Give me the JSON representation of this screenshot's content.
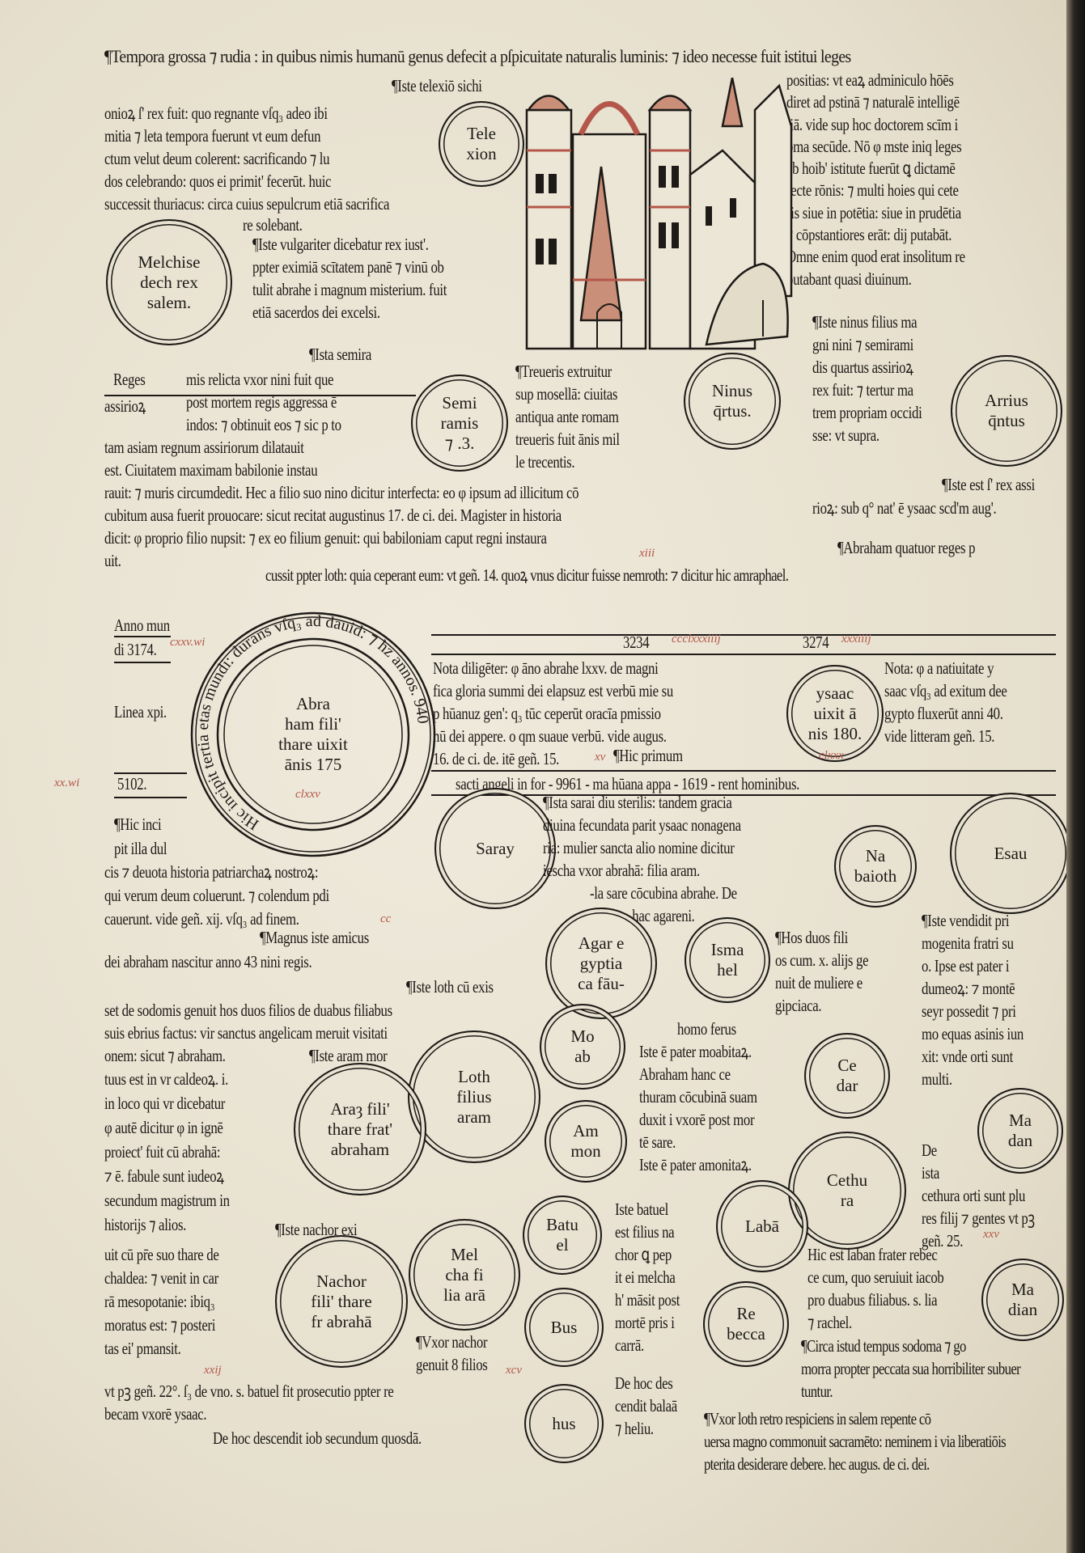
{
  "blocks": {
    "header": [
      "¶Tempora grossa ⁊ rudia : in quibus nimis humanū genus defecit a pſpicuitate naturalis luminis: ⁊ ideo necesse fuit istitui leges"
    ],
    "telexion_note": [
      "¶Iste telexiō sichi"
    ],
    "sicyon": [
      "onioꝝ ſ' rex fuit: quo regnante vſq₃ adeo ibi",
      "mitia ⁊ leta tempora fuerunt vt eum defun",
      "ctum velut deum colerent: sacrificando ⁊ lu",
      "dos celebrando: quos ei primit' fecerūt. huic",
      "successit thuriacus: circa cuius sepulcrum etiā sacrifica"
    ],
    "sicyon_end": [
      "re solebant."
    ],
    "leges": [
      "positias: vt eaꝝ adminiculo hōēs",
      "diret ad pstinā ⁊ naturalē intelligē",
      "tiā. vide sup hoc doctorem scīm i",
      "pma secūde. Nō φ mste iniq leges",
      "ab hoib' istitute fuerūt ꝗ dictamē",
      "recte rōnis: ⁊ multi hoies qui cete",
      "ris siue in potētia: siue in prudētia",
      "⁊ cōpstantiores erāt: dij putabāt.",
      "Omne enim quod erat insolitum re",
      "putabant quasi diuinum."
    ],
    "melchisedech_note": [
      "¶Iste vulgariter dicebatur rex iust'.",
      "ppter eximiā scītatem panē ⁊ vinū ob",
      "tulit abrahe i magnum misterium. fuit",
      "etiā sacerdos dei excelsi."
    ],
    "ninus_note": [
      "¶Iste ninus filius ma",
      "gni nini ⁊ semirami",
      "dis quartus assirioꝝ",
      "rex fuit: ⁊ tertur ma",
      "trem propriam occidi",
      "sse: vt supra."
    ],
    "semiramis_head": [
      "¶Ista semira"
    ],
    "reges": [
      "Reges"
    ],
    "assiriorum": [
      "assirioꝝ"
    ],
    "semiramis_a": [
      "mis relicta vxor nini fuit que",
      "post mortem regis aggressa ē",
      "indos: ⁊ obtinuit eos ⁊ sic p to"
    ],
    "semiramis_b": [
      "tam asiam regnum assiriorum dilatauit",
      "est. Ciuitatem maximam babilonie instau",
      "rauit: ⁊ muris circumdedit. Hec a filio suo nino dicitur interfecta: eo φ ipsum ad illicitum cō",
      "cubitum ausa fuerit prouocare: sicut recitat augustinus 17. de ci. dei. Magister in historia",
      "dicit: φ proprio filio nupsit: ⁊ ex eo filium genuit: qui babiloniam caput regni instaura",
      "uit."
    ],
    "treueris": [
      "¶Treueris extruitur",
      "sup mosellā: ciuitas",
      "antiqua ante romam",
      "treueris fuit ānis mil",
      "le trecentis."
    ],
    "assiriorum_king": [
      "¶Iste est ſ' rex assi"
    ],
    "assiriorum_king2": [
      "rioꝝ: sub q° nat' ē ysaac scd'm aug'."
    ],
    "abraham_reges": [
      "¶Abraham quatuor reges p"
    ],
    "abraham_reges2": [
      "cussit ppter loth: quia ceperant eum: vt geñ. 14. quoꝝ vnus dicitur fuisse nemroth: ⁊ dicitur hic amraphael."
    ],
    "anno_mundi": [
      "Anno mun",
      "di 3174."
    ],
    "linea": [
      "Linea xpi."
    ],
    "year_5102": [
      "5102."
    ],
    "year_3234": [
      "3234"
    ],
    "year_3274": [
      "3274"
    ],
    "nota_left": [
      "Nota diligēter: φ āno abrahe lxxv. de magni",
      "fica gloria summi dei elapsuz est verbū mie su",
      "p hūanuz gen': q₃ tūc ceperūt oracīa pmissio",
      "nū dei appere. o qm suaue verbū. vide augus.",
      "16. de ci. de. itē geñ. 15."
    ],
    "hic_primum": [
      "¶Hic primum"
    ],
    "nota_right": [
      "Nota: φ a natiuitate y",
      "saac vſq₃ ad exitum dee",
      "gypto fluxerūt anni 40.",
      "vide litteram geñ. 15."
    ],
    "angeli": [
      "sacti angeli in for - 9961 - ma hūana appa - 1619 - rent hominibus."
    ],
    "hic_incipit": [
      "¶Hic inci",
      "pit illa dul"
    ],
    "historia": [
      "cis ⁊ deuota historia patriarchaꝝ nostroꝝ:",
      "qui verum deum coluerunt. ⁊ colendum pdi",
      "cauerunt. vide geñ. xij. vſq₃ ad finem."
    ],
    "sarai_note": [
      "¶Ista sarai diu sterilis: tandem gracia",
      "diuina fecundata parit ysaac nonagena",
      "ria: mulier sancta alio nomine dicitur",
      "iescha vxor abrahā: filia aram."
    ],
    "agar_note": [
      "-la sare cōcubina abrahe. De",
      "hac agareni."
    ],
    "esau_note": [
      "¶Iste vendidit pri",
      "mogenita fratri su",
      "o. Ipse est pater i",
      "dumeoꝝ: ⁊ montē",
      "seyr possedit ⁊ pri",
      "mo equas asinis iun",
      "xit: vnde orti sunt",
      "multi."
    ],
    "magnus": [
      "¶Magnus iste amicus"
    ],
    "magnus2": [
      "dei abraham nascitur anno 43 nini regis."
    ],
    "hos_duos": [
      "¶Hos duos fili",
      "os cum. x. alijs ge",
      "nuit de muliere e",
      "gipciaca."
    ],
    "loth_head": [
      "¶Iste loth cū exis"
    ],
    "loth_note": [
      "set de sodomis genuit hos duos filios de duabus filiabus",
      "suis ebrius factus: vir sanctus angelicam meruit visitati",
      "onem: sicut ⁊ abraham."
    ],
    "aram_head": [
      "¶Iste aram mor"
    ],
    "aram_note": [
      "tuus est in vr caldeoꝝ. i.",
      "in loco qui vr dicebatur",
      "φ autē dicitur φ in ignē",
      "proiect' fuit cū abrahā:",
      "⁊ ē. fabule sunt iudeoꝝ",
      "secundum magistrum in",
      "historijs ⁊ alios."
    ],
    "homo_ferus": [
      "homo ferus"
    ],
    "moab_note": [
      "Iste ē pater moabitaꝝ."
    ],
    "cethura_note": [
      "Abraham hanc ce",
      "thuram cōcubinā suam",
      "duxit i vxorē post mor",
      "tē sare.",
      "Iste ē pater amonitaꝝ."
    ],
    "de_ista": [
      "De",
      "ista"
    ],
    "cethura_sons": [
      "cethura orti sunt plu",
      "res filij ⁊ gentes vt pꝫ",
      "geñ. 25."
    ],
    "nachor_head": [
      "¶Iste nachor exi"
    ],
    "nachor_note": [
      "uit cū pr̄e suo thare de",
      "chaldea: ⁊ venit in car",
      "rā mesopotanie: ibiq₃",
      "moratus est: ⁊ posteri",
      "tas ei' pmansit."
    ],
    "batuel_note": [
      "Iste batuel",
      "est filius na",
      "chor ꝗ pep",
      "it ei melcha",
      "h' māsit post",
      "mortē pris i",
      "carrā."
    ],
    "balaam": [
      "De hoc des",
      "cendit balaā",
      "⁊ heliu."
    ],
    "laban_note": [
      "Hic est laban frater rebec",
      "ce cum, quo seruiuit iacob",
      "pro duabus filiabus. s. lia",
      "⁊ rachel."
    ],
    "sodoma": [
      "¶Circa istud tempus sodoma ⁊ go",
      "morra propter peccata sua horribiliter subuer",
      "tuntur."
    ],
    "vxor_nachor": [
      "¶Vxor nachor",
      "genuit 8 filios"
    ],
    "rebecca_note": [
      "vt pꝫ geñ. 22°. ſ₃ de vno. s. batuel fit prosecutio ppter re",
      "becam vxorē ysaac."
    ],
    "iob": [
      "De hoc descendit iob secundum quosdā."
    ],
    "vxor_loth": [
      "¶Vxor loth retro respiciens in salem repente cō",
      "uersa magno commonuit sacramēto: neminem i via liberatiōis",
      "pterita desiderare debere. hec augus. de ci. dei."
    ]
  },
  "circles": {
    "telexion": [
      "Tele",
      "xion"
    ],
    "melchisedech": [
      "Melchise",
      "dech rex",
      "salem."
    ],
    "semiramis": [
      "Semi",
      "ramis",
      "⁊ .3."
    ],
    "ninus": [
      "Ninus",
      "q̄rtus."
    ],
    "arrius": [
      "Arrius",
      "q̄ntus"
    ],
    "abraham": [
      "Abra",
      "ham fili'",
      "thare uixit",
      "ānis 175"
    ],
    "ysaac": [
      "ysaac",
      "uixit ā",
      "nis 180."
    ],
    "sarai": [
      "Saray"
    ],
    "nabaioth": [
      "Na",
      "baioth"
    ],
    "esau": [
      "Esau"
    ],
    "agar": [
      "Agar e",
      "gyptia",
      "ca fāu-"
    ],
    "ismahel": [
      "Isma",
      "hel"
    ],
    "moab": [
      "Mo",
      "ab"
    ],
    "cedar": [
      "Ce",
      "dar"
    ],
    "loth": [
      "Loth",
      "filius",
      "aram"
    ],
    "aram": [
      "Araȝ fili'",
      "thare frat'",
      "abraham"
    ],
    "ammon": [
      "Am",
      "mon"
    ],
    "madan": [
      "Ma",
      "dan"
    ],
    "cethura": [
      "Cethu",
      "ra"
    ],
    "batuel": [
      "Batu",
      "el"
    ],
    "laban": [
      "Labā"
    ],
    "melcha": [
      "Mel",
      "cha fi",
      "lia arā"
    ],
    "nachor": [
      "Nachor",
      "fili' thare",
      "fr abrahā"
    ],
    "bus": [
      "Bus"
    ],
    "rebecca": [
      "Re",
      "becca"
    ],
    "madian": [
      "Ma",
      "dian"
    ],
    "hus": [
      "hus"
    ]
  },
  "abraham_ring": "Hic incipit tertia etas mundi: durans vſq₃ ad dauid: ⁊ hz annos. 940",
  "marginalia": [
    "cxxv.wi",
    "ccclxxxiiij",
    "xx.wi",
    "clxxv",
    "clxxx",
    "xv",
    "xxxiiij",
    "xiii",
    "cc",
    "xxv",
    "xxij",
    "xcv"
  ],
  "colors": {
    "ink": "#1d1a17",
    "rubric": "#b4574a",
    "paper": "#e8e2d2"
  }
}
